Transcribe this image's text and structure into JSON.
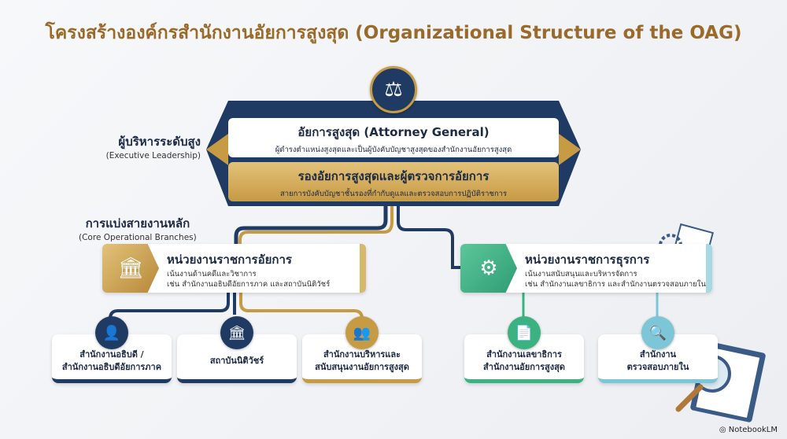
{
  "title": "โครงสร้างองค์กรสำนักงานอัยการสูงสุด (Organizational Structure of the OAG)",
  "sections": {
    "executive": {
      "th": "ผู้บริหารระดับสูง",
      "en": "(Executive Leadership)"
    },
    "core": {
      "th": "การแบ่งสายงานหลัก",
      "en": "(Core Operational Branches)"
    }
  },
  "top": {
    "ag": {
      "title": "อัยการสูงสุด (Attorney General)",
      "desc": "ผู้ดำรงตำแหน่งสูงสุดและเป็นผู้บังคับบัญชาสูงสุดของสำนักงานอัยการสูงสุด"
    },
    "deputy": {
      "title": "รองอัยการสูงสุดและผู้ตรวจการอัยการ",
      "desc": "สายการบังคับบัญชาชั้นรองที่กำกับดูแลและตรวจสอบการปฏิบัติราชการ"
    }
  },
  "branches": [
    {
      "title": "หน่วยงานราชการอัยการ",
      "line1": "เน้นงานด้านคดีและวิชาการ",
      "line2": "เช่น สำนักงานอธิบดีอัยการภาค และสถาบันนิติวัชร์"
    },
    {
      "title": "หน่วยงานราชการธุรการ",
      "line1": "เน้นงานสนับสนุนและบริหารจัดการ",
      "line2": "เช่น สำนักงานเลขาธิการ และสำนักงานตรวจสอบภายใน"
    }
  ],
  "units": [
    {
      "l1": "สำนักงานอธิบดี /",
      "l2": "สำนักงานอธิบดีอัยการภาค"
    },
    {
      "l1": "สถาบันนิติวัชร์",
      "l2": ""
    },
    {
      "l1": "สำนักงานบริหารและ",
      "l2": "สนับสนุนงานอัยการสูงสุด"
    },
    {
      "l1": "สำนักงานเลขาธิการ",
      "l2": "สำนักงานอัยการสูงสุด"
    },
    {
      "l1": "สำนักงาน",
      "l2": "ตรวจสอบภายใน"
    }
  ],
  "brand": "NotebookLM",
  "colors": {
    "navy": "#1f3a63",
    "gold": "#c79a44",
    "green": "#3bb27f",
    "teal": "#7cc6d8",
    "title": "#9a6a2a"
  }
}
